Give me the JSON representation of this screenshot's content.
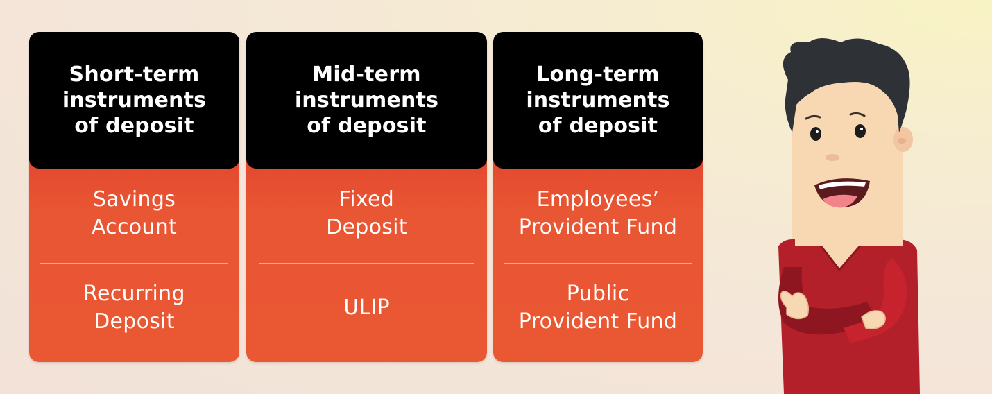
{
  "columns": [
    {
      "header": "Short-term\ninstruments\nof deposit",
      "items": [
        "Savings\nAccount",
        "Recurring\nDeposit"
      ]
    },
    {
      "header": "Mid-term\ninstruments\nof deposit",
      "items": [
        "Fixed\nDeposit",
        "ULIP"
      ]
    },
    {
      "header": "Long-term\ninstruments\nof deposit",
      "items": [
        "Employees’\nProvident Fund",
        "Public\nProvident Fund"
      ]
    }
  ],
  "colors": {
    "header_bg": "#000000",
    "body_bg": "#ea5733",
    "text": "#ffffff",
    "shirt": "#b3202a",
    "skin": "#f7d8b2",
    "hair": "#2e3136"
  },
  "illustration": "cartoon-man-arms-crossed"
}
